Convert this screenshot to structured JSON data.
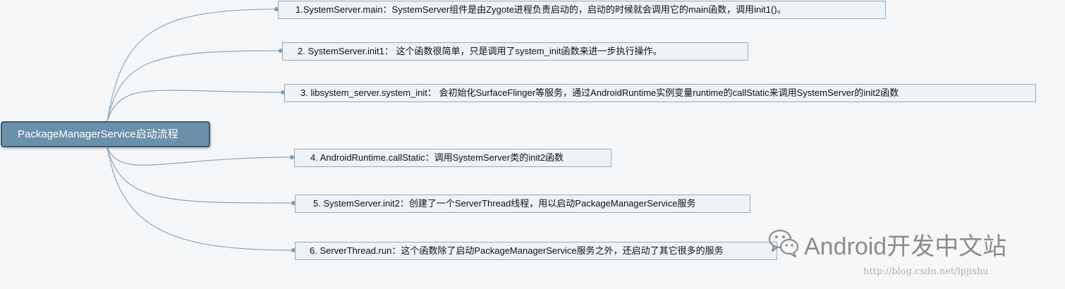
{
  "colors": {
    "background": "#f6f7f8",
    "root_fill": "#6b90aa",
    "root_border": "#3b5a70",
    "node_fill": "#edf3f7",
    "node_border": "#8fadc2",
    "connector": "#8aa7bc"
  },
  "diagram": {
    "type": "mind-map",
    "root": {
      "label": "PackageManagerService启动流程"
    },
    "children": [
      {
        "label": "1.SystemServer.main：SystemServer组件是由Zygote进程负责启动的，启动的时候就会调用它的main函数，调用init1()。"
      },
      {
        "label": "2. SystemServer.init1：    这个函数很简单，只是调用了system_init函数来进一步执行操作。"
      },
      {
        "label": "3. libsystem_server.system_init：  会初始化SurfaceFlinger等服务，通过AndroidRuntime实例变量runtime的callStatic来调用SystemServer的init2函数"
      },
      {
        "label": "4. AndroidRuntime.callStatic：调用SystemServer类的init2函数"
      },
      {
        "label": "5. SystemServer.init2：创建了一个ServerThread线程，用以启动PackageManagerService服务"
      },
      {
        "label": "6. ServerThread.run：这个函数除了启动PackageManagerService服务之外，还启动了其它很多的服务"
      }
    ]
  },
  "watermark": {
    "logo_icon": "wechat-icon",
    "text": "Android开发中文站",
    "url": "http://blog.csdn.net/lpjishu"
  }
}
